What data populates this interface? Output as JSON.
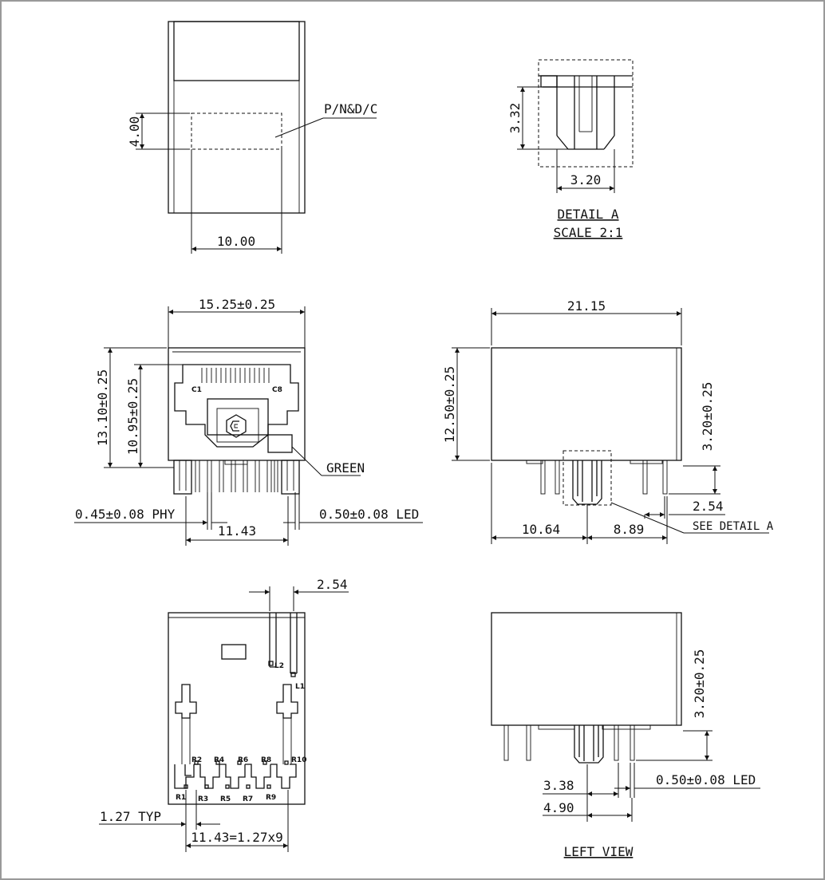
{
  "labels": {
    "pn_dc": "P/N&D/C",
    "green": "GREEN",
    "see_detail": "SEE DETAIL A",
    "detail_title": "DETAIL A",
    "detail_scale": "SCALE 2:1",
    "left_view": "LEFT VIEW",
    "c1": "C1",
    "c8": "C8",
    "l1": "L1",
    "l2": "L2",
    "r1": "R1",
    "r2": "R2",
    "r3": "R3",
    "r4": "R4",
    "r5": "R5",
    "r6": "R6",
    "r7": "R7",
    "r8": "R8",
    "r9": "R9",
    "r10": "R10"
  },
  "dims": {
    "top_400": "4.00",
    "top_1000": "10.00",
    "det_332": "3.32",
    "det_320": "3.20",
    "front_width": "15.25±0.25",
    "front_h1": "13.10±0.25",
    "front_h2": "10.95±0.25",
    "phy": "0.45±0.08 PHY",
    "led": "0.50±0.08 LED",
    "front_1143": "11.43",
    "side_2115": "21.15",
    "side_1250": "12.50±0.25",
    "side_320": "3.20±0.25",
    "side_254": "2.54",
    "side_1064": "10.64",
    "side_889": "8.89",
    "bot_254": "2.54",
    "bot_127": "1.27 TYP",
    "bot_1143": "11.43=1.27x9",
    "left_320": "3.20±0.25",
    "left_338": "3.38",
    "left_490": "4.90",
    "left_led": "0.50±0.08 LED"
  }
}
